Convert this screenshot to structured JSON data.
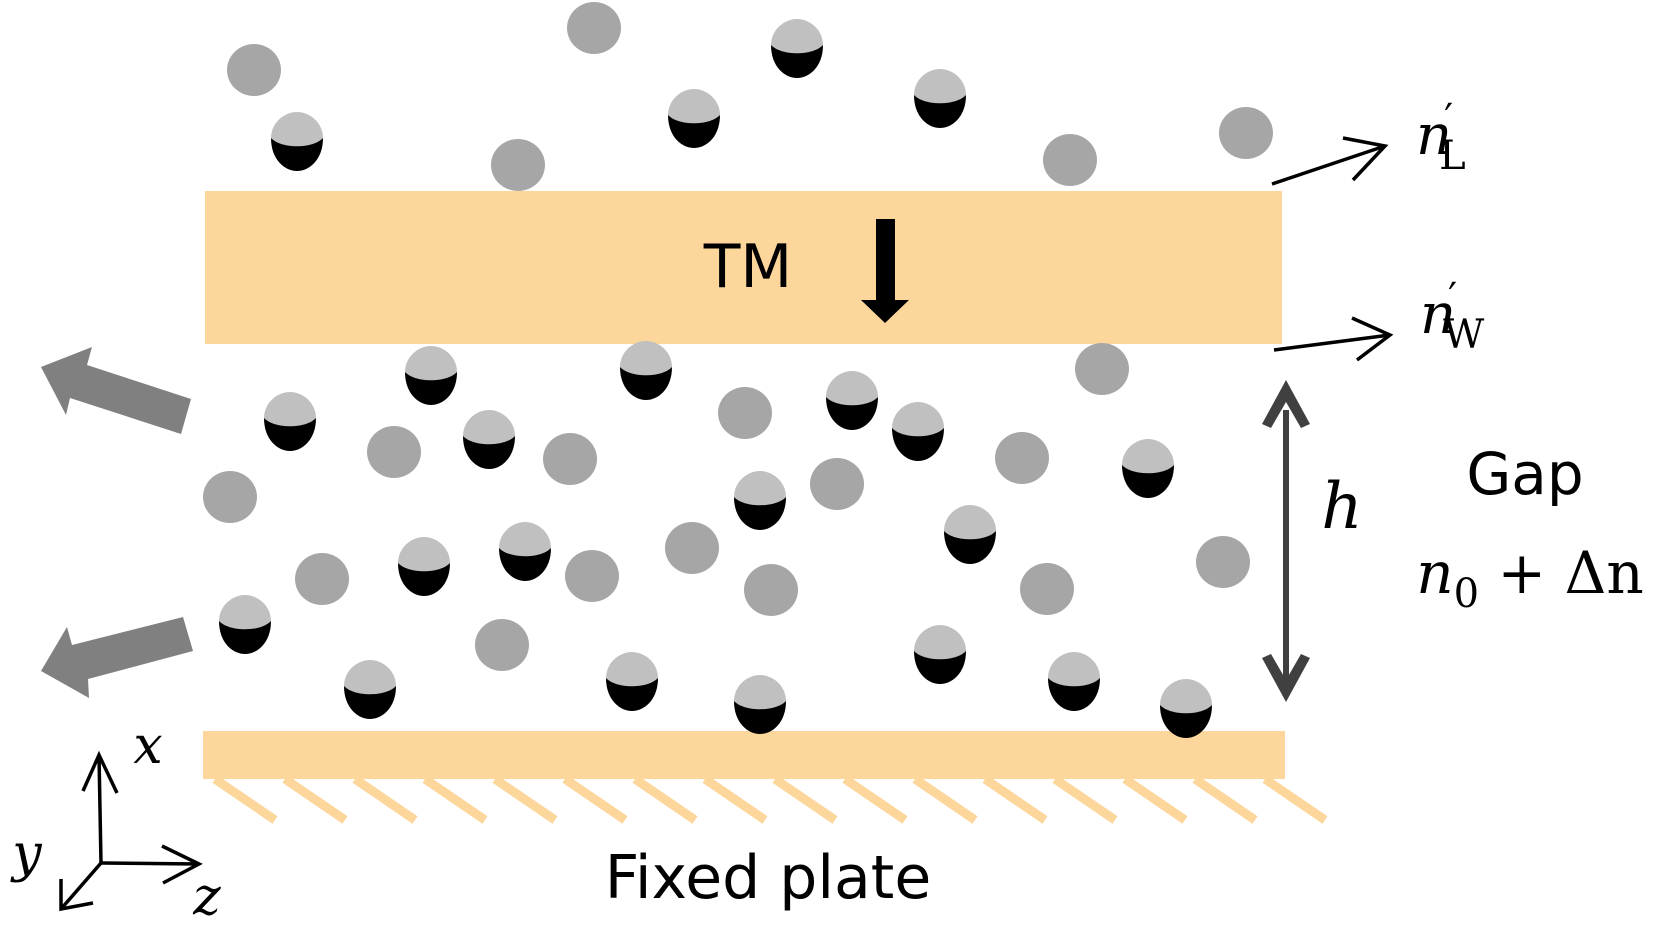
{
  "labels": {
    "tm": "TM",
    "fixed_plate": "Fixed plate",
    "gap_title": "Gap",
    "gap_index_base": "n",
    "gap_index_sub": "0",
    "gap_index_delta": " + Δn",
    "gap_height": "h",
    "axis_x": "x",
    "axis_y": "y",
    "axis_z": "z",
    "n_L_base": "n",
    "n_L_prime": "′",
    "n_L_sub": "L",
    "n_W_base": "n",
    "n_W_prime": "′",
    "n_W_sub": "W"
  },
  "colors": {
    "plate": "#fdd69c",
    "molecule": "#a6a6a6",
    "half_light": "#c0c0c0",
    "half_dark": "#000000",
    "flow_arrow": "#808080",
    "dim_arrow": "#404040",
    "ink": "#000000"
  }
}
